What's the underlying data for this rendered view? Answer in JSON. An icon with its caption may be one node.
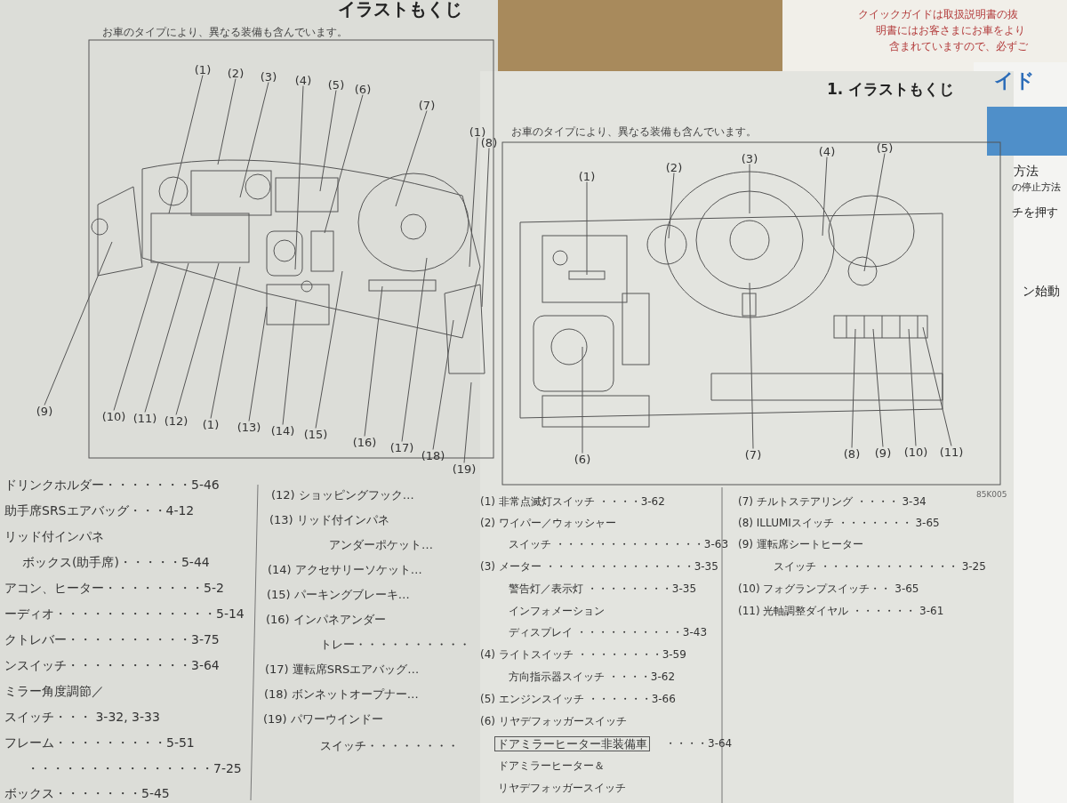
{
  "diagram": {
    "nodes": [
      {
        "text": [
          "(1)"
        ]
      },
      {
        "text": [
          "(2)"
        ]
      },
      {
        "text": [
          "(3)"
        ]
      },
      {
        "text": [
          "(4)"
        ]
      },
      {
        "text": [
          "(5)"
        ]
      },
      {
        "text": [
          "(6)"
        ]
      },
      {
        "text": [
          "(7)"
        ]
      },
      {
        "text": [
          "(1)"
        ]
      },
      {
        "text": [
          "(8)"
        ]
      },
      {
        "text": [
          "(9)"
        ]
      },
      {
        "text": [
          "(10)"
        ]
      },
      {
        "text": [
          "(11)"
        ]
      },
      {
        "text": [
          "(12)"
        ]
      },
      {
        "text": [
          "(1)"
        ]
      },
      {
        "text": [
          "(13)"
        ]
      },
      {
        "text": [
          "(14)"
        ]
      },
      {
        "text": [
          "(15)"
        ]
      },
      {
        "text": [
          "(16)"
        ]
      },
      {
        "text": [
          "(17)"
        ]
      },
      {
        "text": [
          "(18)"
        ]
      },
      {
        "text": [
          "(19)"
        ]
      },
      {
        "text": [
          "(1)"
        ]
      },
      {
        "text": [
          "(2)"
        ]
      },
      {
        "text": [
          "(3)"
        ]
      },
      {
        "text": [
          "(4)"
        ]
      },
      {
        "text": [
          "(5)"
        ]
      },
      {
        "text": [
          "(6)"
        ]
      },
      {
        "text": [
          "(7)"
        ]
      },
      {
        "text": [
          "(8)"
        ]
      },
      {
        "text": [
          "(9)"
        ]
      },
      {
        "text": [
          "(10)"
        ]
      },
      {
        "text": [
          "(11)"
        ]
      }
    ],
    "edges": [
      {
        "from": 0,
        "to": null,
        "arrow": "none"
      },
      {
        "from": 1,
        "to": null,
        "arrow": "none"
      },
      {
        "from": 2,
        "to": null,
        "arrow": "none"
      },
      {
        "from": 3,
        "to": null,
        "arrow": "none"
      },
      {
        "from": 4,
        "to": null,
        "arrow": "none"
      },
      {
        "from": 5,
        "to": null,
        "arrow": "none"
      },
      {
        "from": 6,
        "to": null,
        "arrow": "none"
      },
      {
        "from": 7,
        "to": null,
        "arrow": "none"
      },
      {
        "from": 8,
        "to": null,
        "arrow": "none"
      },
      {
        "from": 9,
        "to": null,
        "arrow": "none"
      },
      {
        "from": 10,
        "to": null,
        "arrow": "none"
      },
      {
        "from": 11,
        "to": null,
        "arrow": "none"
      },
      {
        "from": 12,
        "to": null,
        "arrow": "none"
      },
      {
        "from": 13,
        "to": null,
        "arrow": "none"
      },
      {
        "from": 14,
        "to": null,
        "arrow": "none"
      },
      {
        "from": 15,
        "to": null,
        "arrow": "none"
      },
      {
        "from": 16,
        "to": null,
        "arrow": "none"
      },
      {
        "from": 17,
        "to": null,
        "arrow": "none"
      },
      {
        "from": 18,
        "to": null,
        "arrow": "none"
      },
      {
        "from": 19,
        "to": null,
        "arrow": "none"
      },
      {
        "from": 20,
        "to": null,
        "arrow": "none"
      },
      {
        "from": 21,
        "to": null,
        "arrow": "none"
      },
      {
        "from": 22,
        "to": null,
        "arrow": "none"
      },
      {
        "from": 23,
        "to": null,
        "arrow": "none"
      },
      {
        "from": 24,
        "to": null,
        "arrow": "none"
      },
      {
        "from": 25,
        "to": null,
        "arrow": "none"
      },
      {
        "from": 26,
        "to": null,
        "arrow": "none"
      },
      {
        "from": 27,
        "to": null,
        "arrow": "none"
      },
      {
        "from": 28,
        "to": null,
        "arrow": "none"
      },
      {
        "from": 29,
        "to": null,
        "arrow": "none"
      },
      {
        "from": 30,
        "to": null,
        "arrow": "none"
      },
      {
        "from": 31,
        "to": null,
        "arrow": "none"
      }
    ],
    "labels": [
      "イラストもくじ",
      "お車のタイプにより、異なる装備も含んでいます。",
      "1. イラストもくじ",
      "お車のタイプにより、異なる装備も含んでいます。",
      "85K005",
      "ドリンクホルダー・・・・・・・5-46",
      "助手席SRSエアバッグ・・・4-12",
      "リッド付インパネ",
      "ボックス(助手席)・・・・・5-44",
      "アコン、ヒーター・・・・・・・・5-2",
      "ーディオ・・・・・・・・・・・・・5-14",
      "クトレバー・・・・・・・・・・3-75",
      "ンスイッチ・・・・・・・・・・3-64",
      "ミラー角度調節／",
      "スイッチ・・・ 3-32, 3-33",
      "フレーム・・・・・・・・・5-51",
      "・・・・・・・・・・・・・・・7-25",
      "ボックス・・・・・・・5-45",
      "(12) ショッピングフック…",
      "(13) リッド付インパネ",
      "アンダーポケット…",
      "(14) アクセサリーソケット…",
      "(15) パーキングブレーキ…",
      "(16) インパネアンダー",
      "トレー・・・・・・・・・・",
      "(17) 運転席SRSエアバッグ…",
      "(18) ボンネットオープナー…",
      "(19) パワーウインドー",
      "スイッチ・・・・・・・・",
      "(1) 非常点滅灯スイッチ ・・・・3-62",
      "(2) ワイパー／ウォッシャー",
      "スイッチ ・・・・・・・・・・・・・・3-63",
      "(3) メーター ・・・・・・・・・・・・・・3-35",
      "警告灯／表示灯 ・・・・・・・・3-35",
      "インフォメーション",
      "ディスプレイ ・・・・・・・・・・3-43",
      "(4) ライトスイッチ ・・・・・・・・3-59",
      "方向指示器スイッチ ・・・・3-62",
      "(5) エンジンスイッチ ・・・・・・3-66",
      "(6) リヤデフォッガースイッチ",
      "ドアミラーヒーター非装備車",
      "・・・・3-64",
      "ドアミラーヒーター＆",
      "リヤデフォッガースイッチ",
      "(7) チルトステアリング ・・・・ 3-34",
      "(8) ILLUMIスイッチ ・・・・・・・ 3-65",
      "(9) 運転席シートヒーター",
      "スイッチ ・・・・・・・・・・・・・ 3-25",
      "(10) フォグランプスイッチ・・ 3-65",
      "(11) 光軸調整ダイヤル ・・・・・・ 3-61",
      "クイックガイドは取扱説明書の抜",
      "明書にはお客さまにお車をより",
      "含まれていますので、必ずご",
      "イド",
      "方法",
      "の停止方法",
      "チを押す",
      "ン始動"
    ]
  }
}
